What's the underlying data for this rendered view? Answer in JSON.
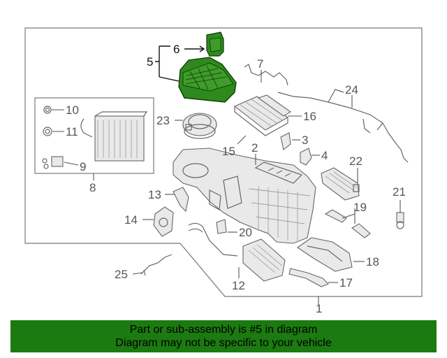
{
  "callouts": {
    "c1": "1",
    "c2": "2",
    "c3": "3",
    "c4": "4",
    "c5": "5",
    "c6": "6",
    "c7": "7",
    "c8": "8",
    "c9": "9",
    "c10": "10",
    "c11": "11",
    "c12": "12",
    "c13": "13",
    "c14": "14",
    "c15": "15",
    "c16": "16",
    "c17": "17",
    "c18": "18",
    "c19": "19",
    "c20": "20",
    "c21": "21",
    "c22": "22",
    "c23": "23",
    "c24": "24",
    "c25": "25"
  },
  "highlight_color": "#1b7a10",
  "banner": {
    "line1": "Part or sub-assembly is #5 in diagram",
    "line2": "Diagram may not be specific to your vehicle"
  }
}
